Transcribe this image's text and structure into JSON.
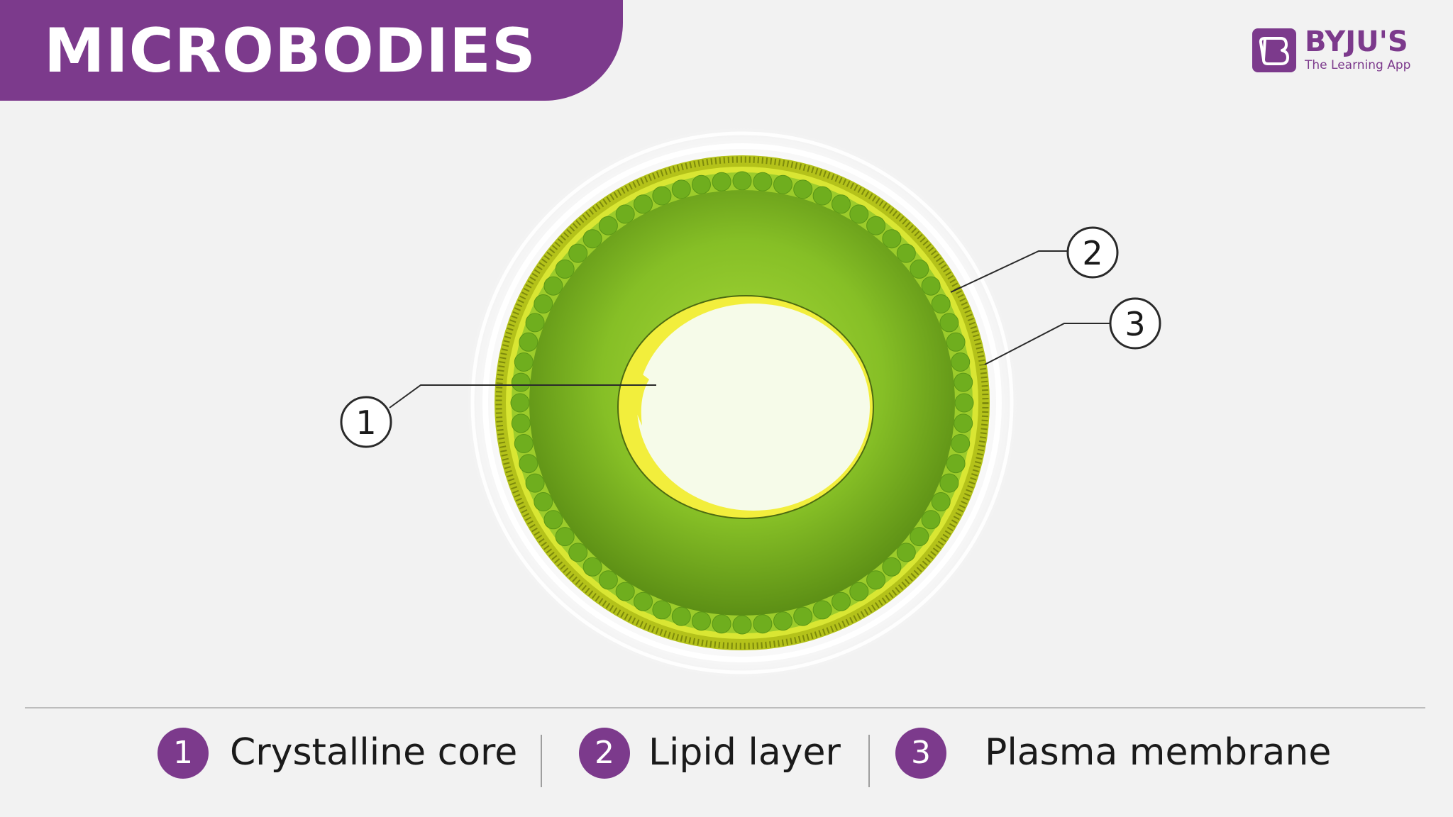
{
  "header": {
    "title": "MICROBODIES"
  },
  "logo": {
    "name": "BYJU'S",
    "tagline": "The Learning App",
    "brand_color": "#7c3a8c"
  },
  "callouts": [
    "1",
    "2",
    "3"
  ],
  "legend": [
    {
      "number": "1",
      "label": "Crystalline core"
    },
    {
      "number": "2",
      "label": "Lipid layer"
    },
    {
      "number": "3",
      "label": "Plasma membrane"
    }
  ],
  "colors": {
    "banner": "#7c3a8c",
    "background": "#f2f2f2",
    "core": "#f6fbe9",
    "core_rim": "#f2ee3c",
    "matrix_center": "#9dd12f",
    "matrix_edge": "#5f9416",
    "lipid_bead": "#6fae1e",
    "membrane": "#9aa80f"
  }
}
